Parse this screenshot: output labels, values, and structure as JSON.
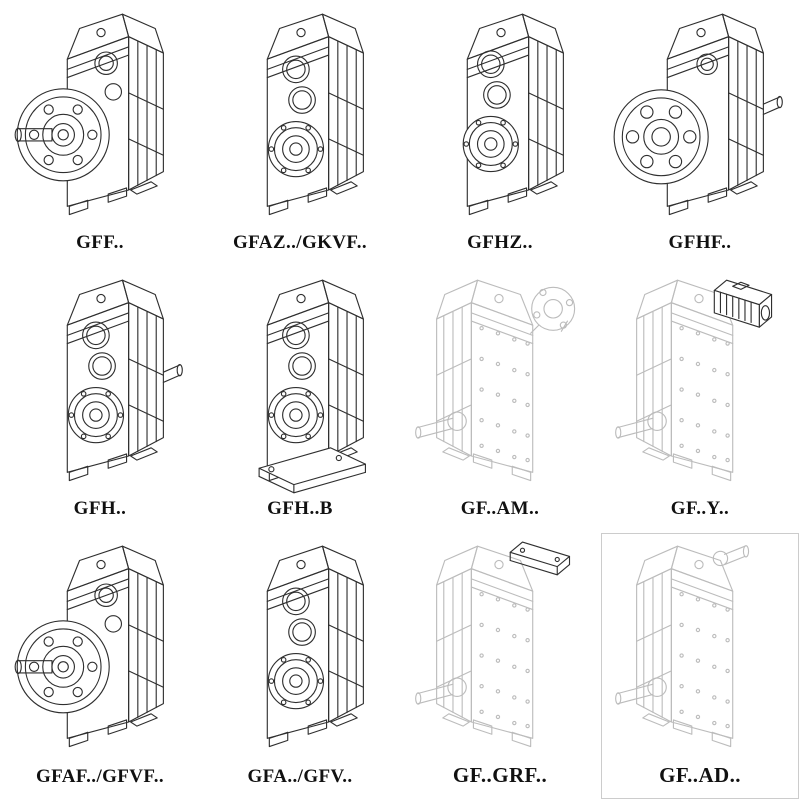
{
  "page": {
    "background": "#ffffff",
    "line_color": "#2f2f2f",
    "faded_line_color": "#bcbcbc",
    "label_color": "#111111"
  },
  "cells": [
    {
      "id": "gff",
      "label": "GFF..",
      "variant": "flange-with-shaft"
    },
    {
      "id": "gfaz-gkvf",
      "label": "GFAZ../GKVF..",
      "variant": "two-bore"
    },
    {
      "id": "gfhz",
      "label": "GFHZ..",
      "variant": "two-bore-offset"
    },
    {
      "id": "gfhf",
      "label": "GFHF..",
      "variant": "flange-plain"
    },
    {
      "id": "gfh",
      "label": "GFH..",
      "variant": "two-bore-shaft"
    },
    {
      "id": "gfh-b",
      "label": "GFH..B",
      "variant": "two-bore-base"
    },
    {
      "id": "gf-am",
      "label": "GF..AM..",
      "variant": "faded-adapter"
    },
    {
      "id": "gf-y",
      "label": "GF..Y..",
      "variant": "faded-motor"
    },
    {
      "id": "gfaf-gfvf",
      "label": "GFAF../GFVF..",
      "variant": "flange-with-shaft"
    },
    {
      "id": "gfa-gfv",
      "label": "GFA../GFV..",
      "variant": "two-bore"
    },
    {
      "id": "gf-grf",
      "label": "GF..GRF..",
      "variant": "faded-plate"
    },
    {
      "id": "gf-ad",
      "label": "GF..AD..",
      "variant": "faded-top-shaft"
    }
  ]
}
